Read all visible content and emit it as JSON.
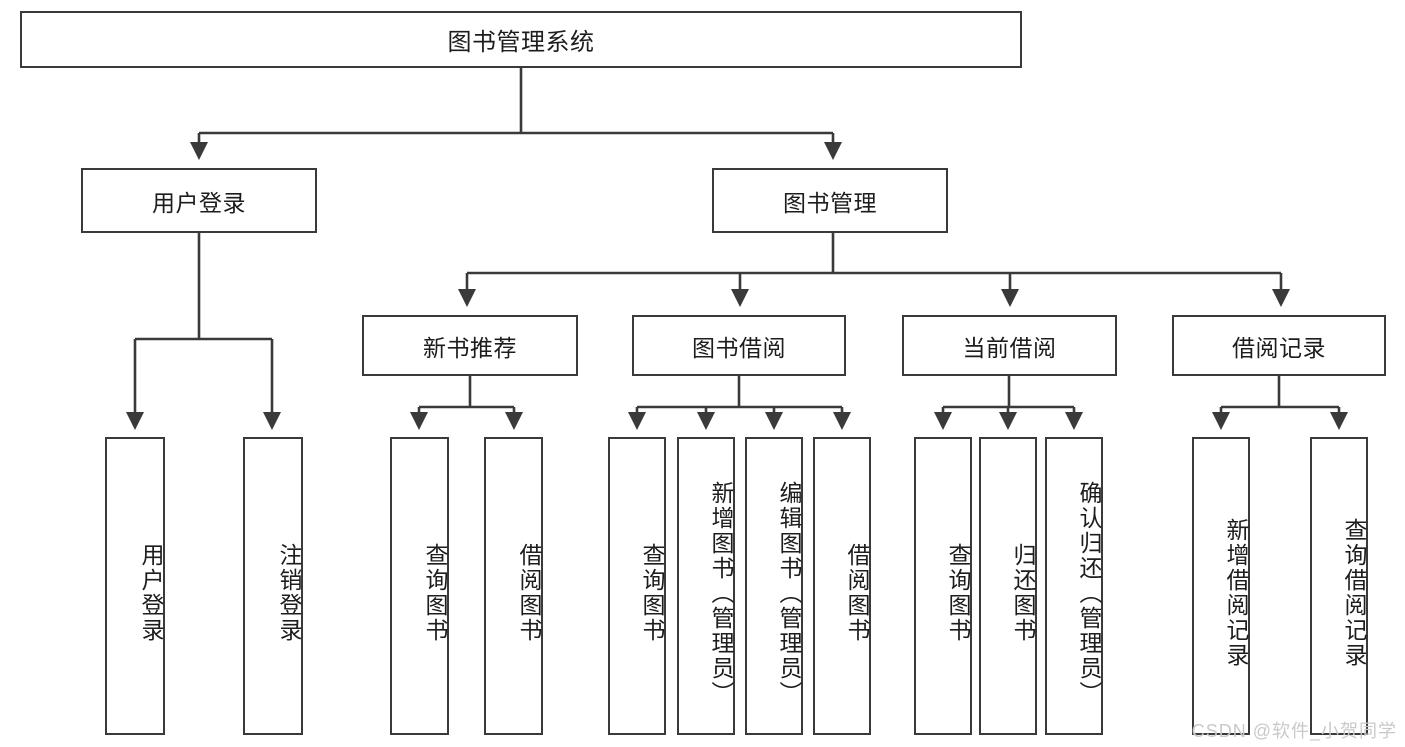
{
  "diagram": {
    "title": "图书管理系统",
    "type": "tree-hierarchy-chart",
    "watermark": "CSDN @软件_小贺同学",
    "colors": {
      "stroke": "#3a3a3a",
      "fill": "#ffffff",
      "text": "#1d1d1d",
      "watermark": "#c9c9c9"
    },
    "nodes": {
      "root": {
        "label": "图书管理系统"
      },
      "level2": [
        {
          "id": "user-login",
          "label": "用户登录"
        },
        {
          "id": "book-manage",
          "label": "图书管理"
        }
      ],
      "level3": [
        {
          "id": "new-book-recommend",
          "label": "新书推荐"
        },
        {
          "id": "book-borrow",
          "label": "图书借阅"
        },
        {
          "id": "current-borrow",
          "label": "当前借阅"
        },
        {
          "id": "borrow-record",
          "label": "借阅记录"
        }
      ],
      "leaves": {
        "user-login": [
          {
            "id": "leaf-user-login",
            "label": "用户登录"
          },
          {
            "id": "leaf-logout",
            "label": "注销登录"
          }
        ],
        "new-book-recommend": [
          {
            "id": "leaf-query-book-1",
            "label": "查询图书"
          },
          {
            "id": "leaf-borrow-book-1",
            "label": "借阅图书"
          }
        ],
        "book-borrow": [
          {
            "id": "leaf-query-book-2",
            "label": "查询图书"
          },
          {
            "id": "leaf-add-book",
            "label": "新增图书（管理员）"
          },
          {
            "id": "leaf-edit-book",
            "label": "编辑图书（管理员）"
          },
          {
            "id": "leaf-borrow-book-2",
            "label": "借阅图书"
          }
        ],
        "current-borrow": [
          {
            "id": "leaf-query-book-3",
            "label": "查询图书"
          },
          {
            "id": "leaf-return-book",
            "label": "归还图书"
          },
          {
            "id": "leaf-confirm-return",
            "label": "确认归还（管理员）"
          }
        ],
        "borrow-record": [
          {
            "id": "leaf-add-record",
            "label": "新增借阅记录"
          },
          {
            "id": "leaf-query-record",
            "label": "查询借阅记录"
          }
        ]
      }
    }
  }
}
